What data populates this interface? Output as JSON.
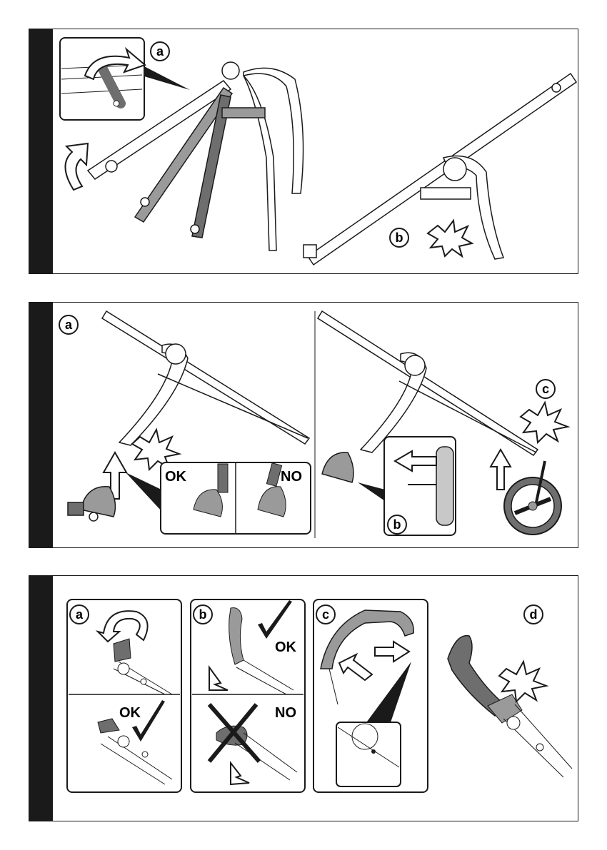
{
  "panel1": {
    "label_a": "a",
    "label_b": "b"
  },
  "panel2": {
    "label_a": "a",
    "label_b": "b",
    "label_c": "c",
    "ok_text": "OK",
    "no_text": "NO"
  },
  "panel3": {
    "label_a": "a",
    "label_b": "b",
    "label_c": "c",
    "label_d": "d",
    "ok_text_a": "OK",
    "ok_text_b": "OK",
    "no_text_b": "NO"
  },
  "colors": {
    "ink": "#1a1a1a",
    "dark_gray": "#6e6e6e",
    "mid_gray": "#9a9a9a",
    "light_gray": "#c8c8c8"
  },
  "icons": [
    "rotate-arrow-icon",
    "up-arrow-icon",
    "click-star-icon",
    "checkmark-icon",
    "cross-icon",
    "left-arrow-icon"
  ]
}
